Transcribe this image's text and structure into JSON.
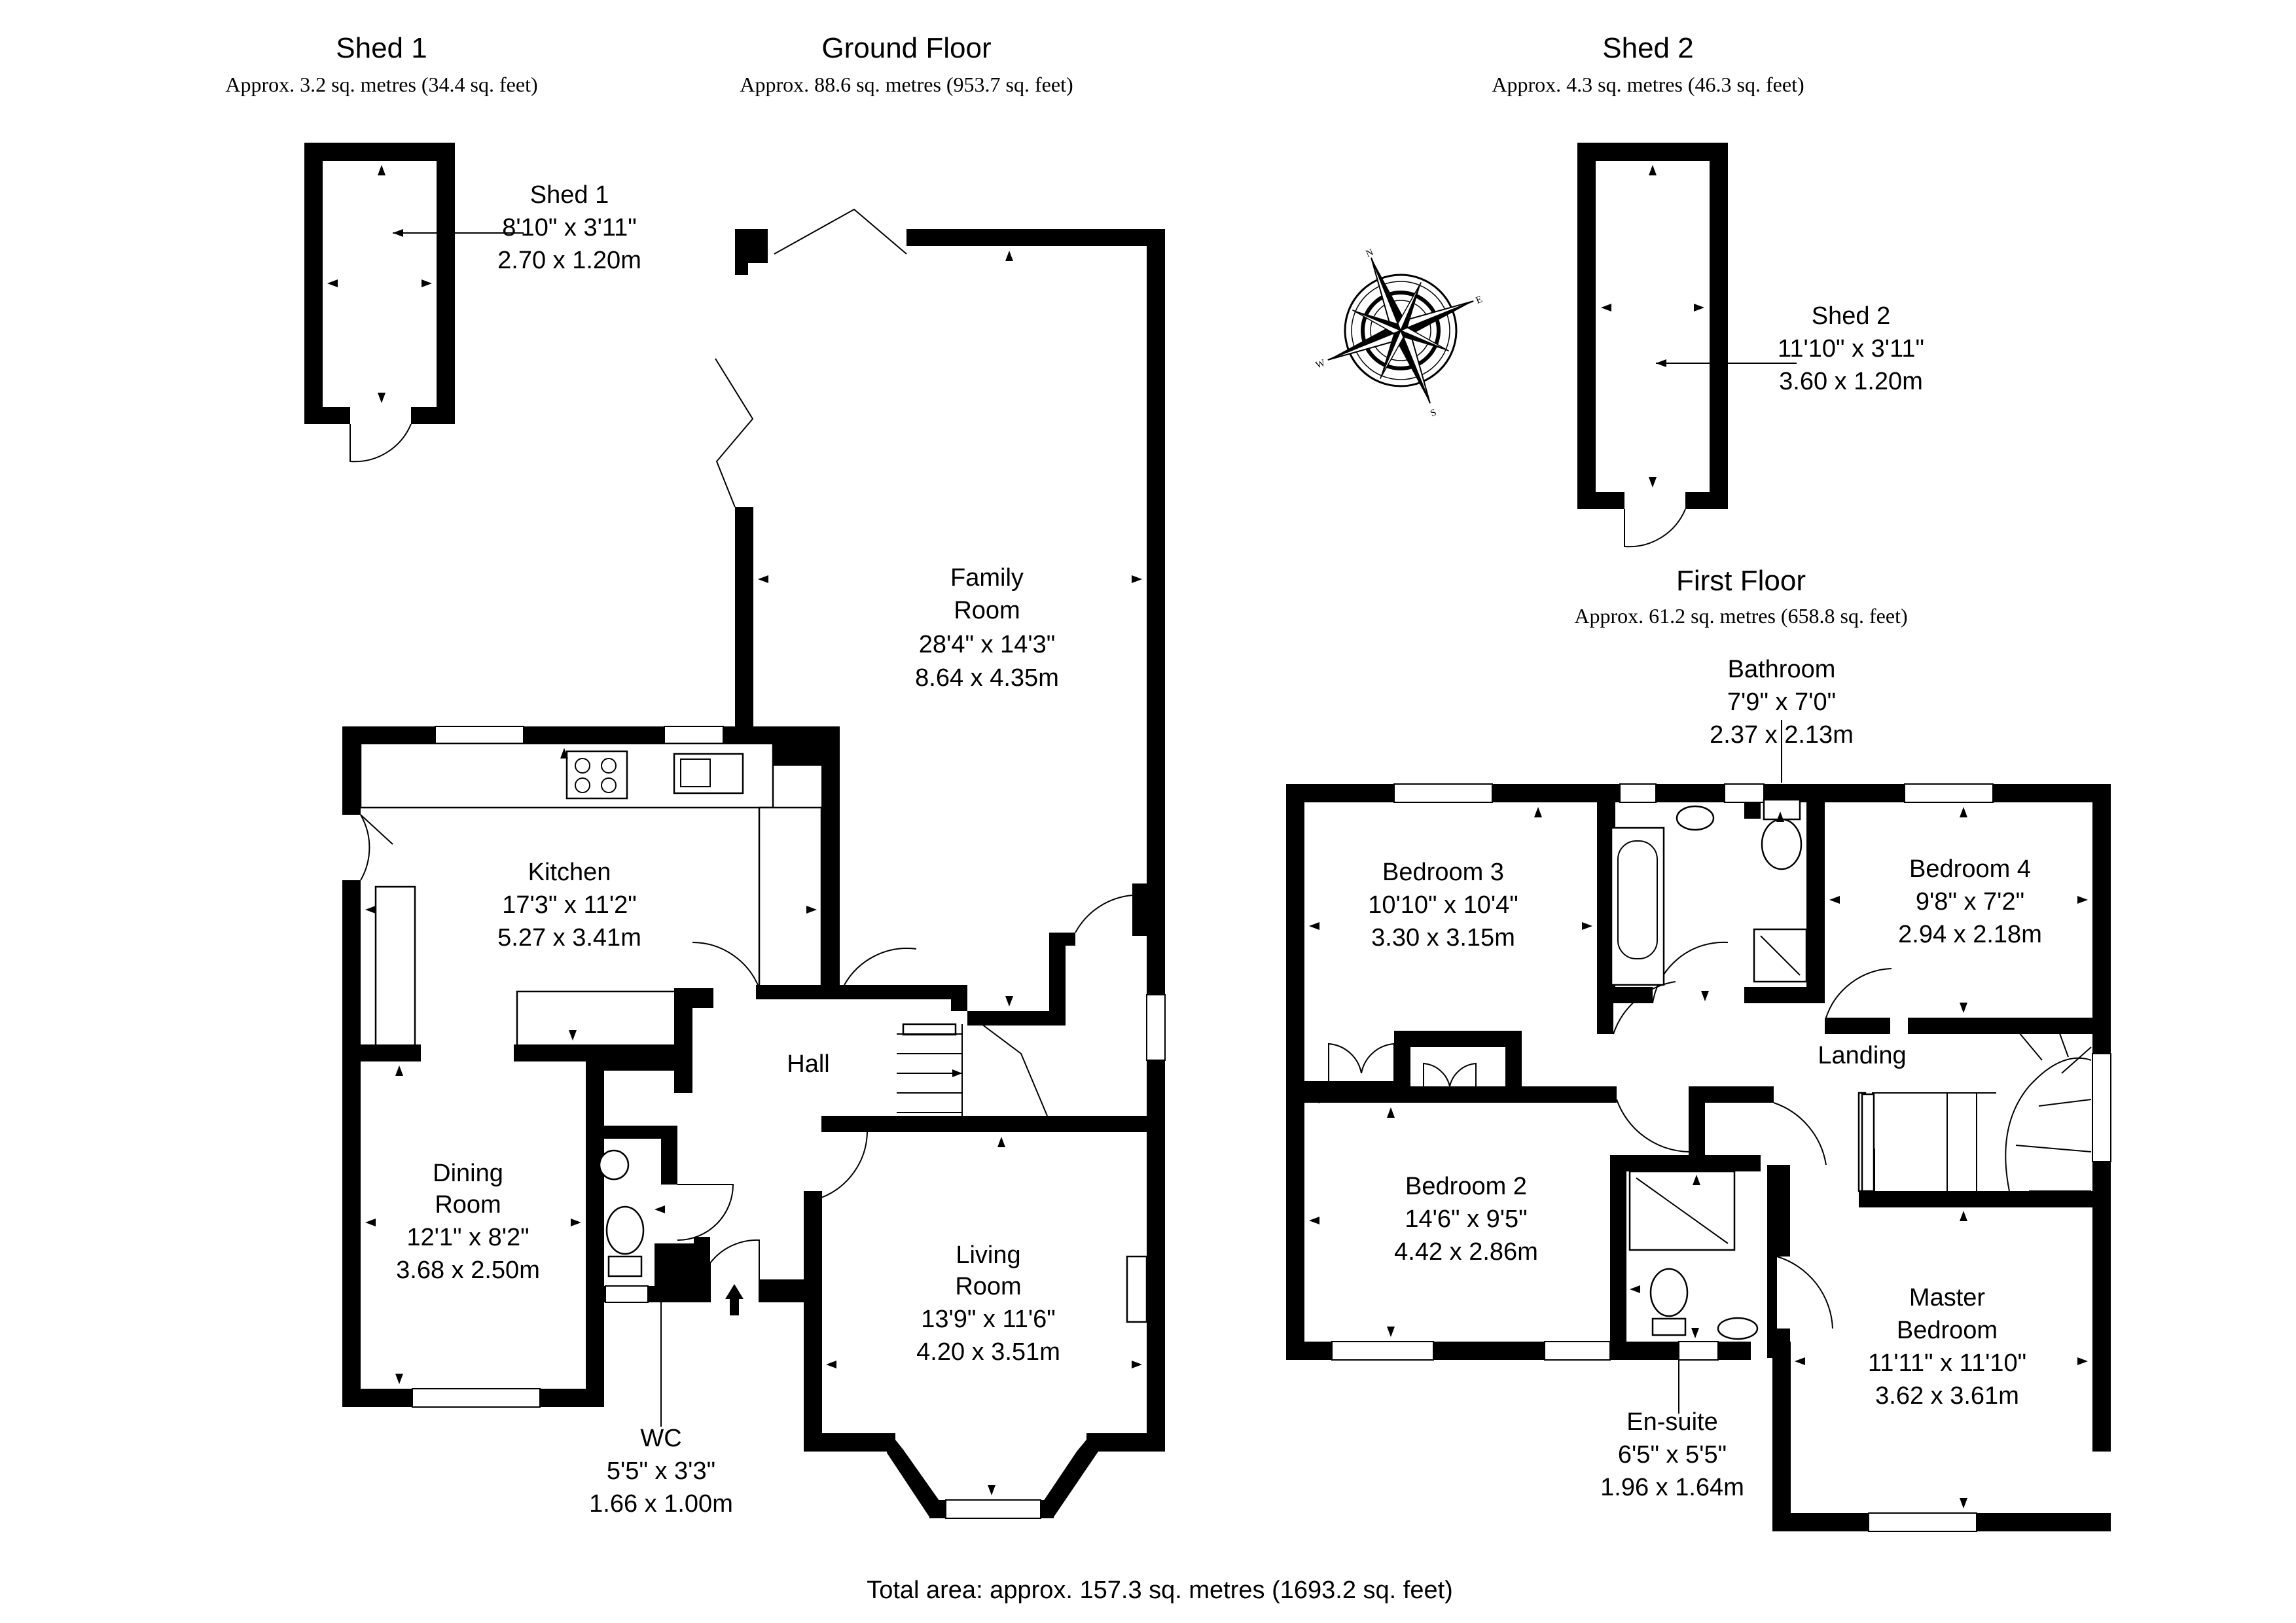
{
  "headers": {
    "shed1": {
      "title": "Shed 1",
      "area": "Approx. 3.2 sq. metres (34.4 sq. feet)"
    },
    "ground": {
      "title": "Ground Floor",
      "area": "Approx. 88.6 sq. metres (953.7 sq. feet)"
    },
    "shed2": {
      "title": "Shed 2",
      "area": "Approx. 4.3 sq. metres (46.3 sq. feet)"
    },
    "first": {
      "title": "First Floor",
      "area": "Approx. 61.2 sq. metres (658.8 sq. feet)"
    }
  },
  "rooms": {
    "shed1": {
      "name": "Shed 1",
      "imperial": "8'10\" x 3'11\"",
      "metric": "2.70 x 1.20m"
    },
    "shed2": {
      "name": "Shed 2",
      "imperial": "11'10\" x 3'11\"",
      "metric": "3.60 x 1.20m"
    },
    "family": {
      "name1": "Family",
      "name2": "Room",
      "imperial": "28'4\" x 14'3\"",
      "metric": "8.64 x 4.35m"
    },
    "kitchen": {
      "name": "Kitchen",
      "imperial": "17'3\" x 11'2\"",
      "metric": "5.27 x 3.41m"
    },
    "dining": {
      "name1": "Dining",
      "name2": "Room",
      "imperial": "12'1\" x 8'2\"",
      "metric": "3.68 x 2.50m"
    },
    "hall": {
      "name": "Hall"
    },
    "living": {
      "name1": "Living",
      "name2": "Room",
      "imperial": "13'9\" x 11'6\"",
      "metric": "4.20 x 3.51m"
    },
    "wc": {
      "name": "WC",
      "imperial": "5'5\" x 3'3\"",
      "metric": "1.66 x 1.00m"
    },
    "bathroom": {
      "name": "Bathroom",
      "imperial": "7'9\" x 7'0\"",
      "metric": "2.37 x 2.13m"
    },
    "bedroom3": {
      "name": "Bedroom 3",
      "imperial": "10'10\" x 10'4\"",
      "metric": "3.30 x 3.15m"
    },
    "bedroom4": {
      "name": "Bedroom 4",
      "imperial": "9'8\" x 7'2\"",
      "metric": "2.94 x 2.18m"
    },
    "landing": {
      "name": "Landing"
    },
    "bedroom2": {
      "name": "Bedroom 2",
      "imperial": "14'6\" x 9'5\"",
      "metric": "4.42 x 2.86m"
    },
    "ensuite": {
      "name": "En-suite",
      "imperial": "6'5\" x 5'5\"",
      "metric": "1.96 x 1.64m"
    },
    "master": {
      "name1": "Master",
      "name2": "Bedroom",
      "imperial": "11'11\" x 11'10\"",
      "metric": "3.62 x 3.61m"
    }
  },
  "compass": {
    "n": "N",
    "e": "E",
    "s": "S",
    "w": "W"
  },
  "total": "Total area: approx. 157.3 sq. metres (1693.2 sq. feet)",
  "colors": {
    "wall": "#000000",
    "background": "#ffffff"
  }
}
